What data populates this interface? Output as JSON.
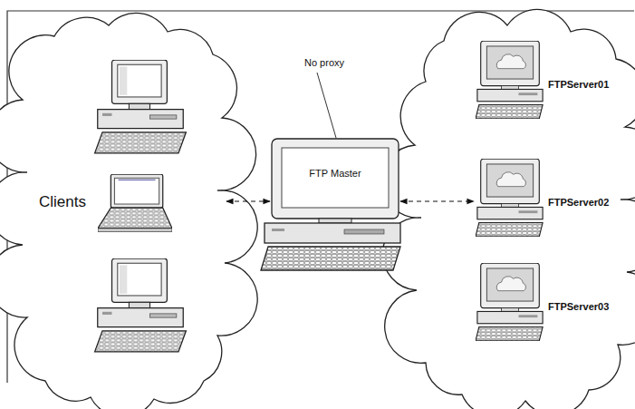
{
  "diagram": {
    "nodes": [
      {
        "text": [
          "Clients"
        ]
      },
      {
        "text": [
          "FTP Master"
        ]
      },
      {
        "text": [
          "FTPServer01"
        ]
      },
      {
        "text": [
          "FTPServer02"
        ]
      },
      {
        "text": [
          "FTPServer03"
        ]
      }
    ],
    "edges": [
      {
        "from": 0,
        "to": 1,
        "arrow": "both"
      },
      {
        "from": 1,
        "to": 3,
        "arrow": "both"
      }
    ],
    "labels": [
      "No proxy"
    ]
  }
}
